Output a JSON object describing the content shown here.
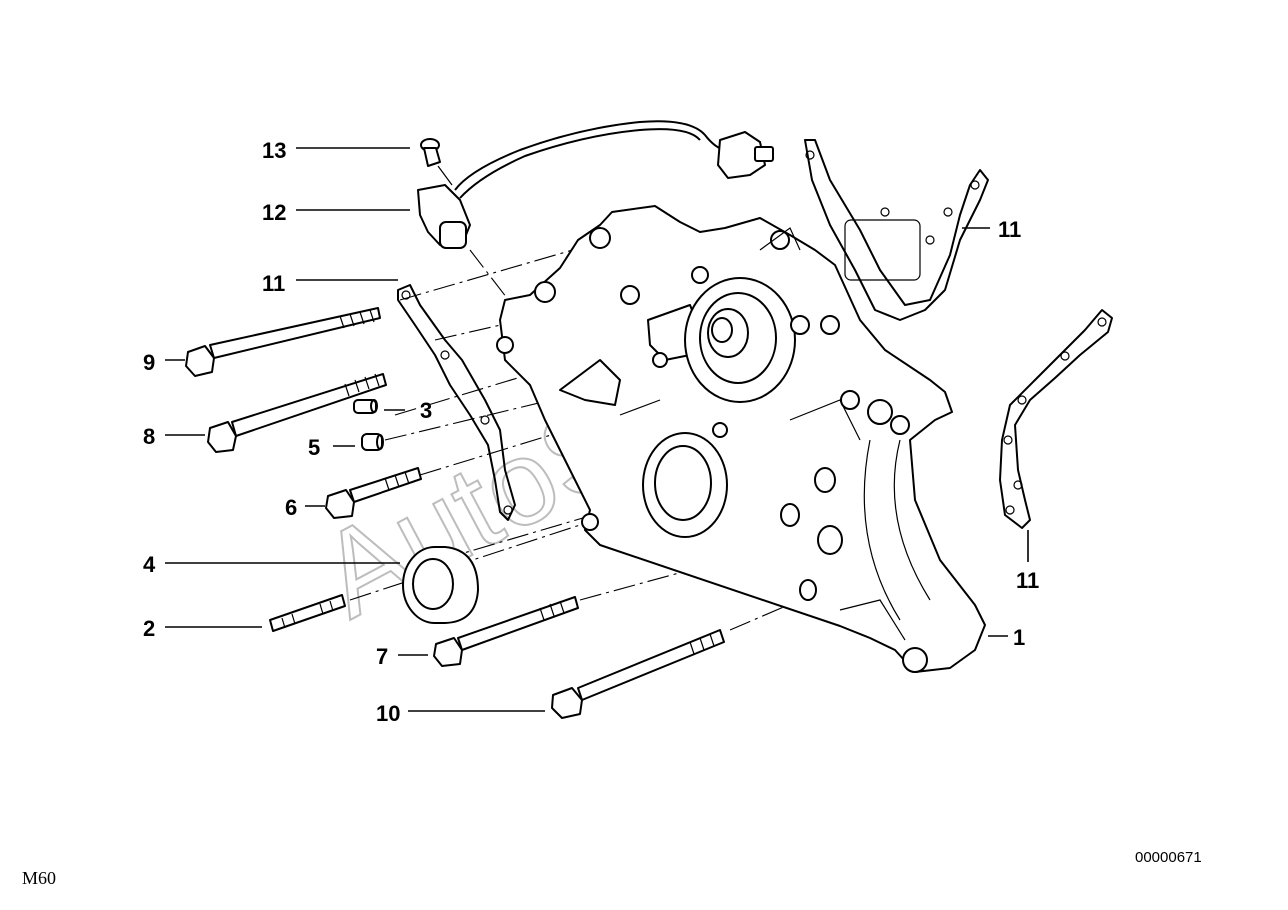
{
  "watermark": "AutoSoft",
  "footer": {
    "engine_code": "M60",
    "diagram_number": "00000671"
  },
  "callouts": {
    "c1": "1",
    "c2": "2",
    "c3": "3",
    "c4": "4",
    "c5": "5",
    "c6": "6",
    "c7": "7",
    "c8": "8",
    "c9": "9",
    "c10": "10",
    "c11a": "11",
    "c11b": "11",
    "c11c": "11",
    "c12": "12",
    "c13": "13"
  }
}
